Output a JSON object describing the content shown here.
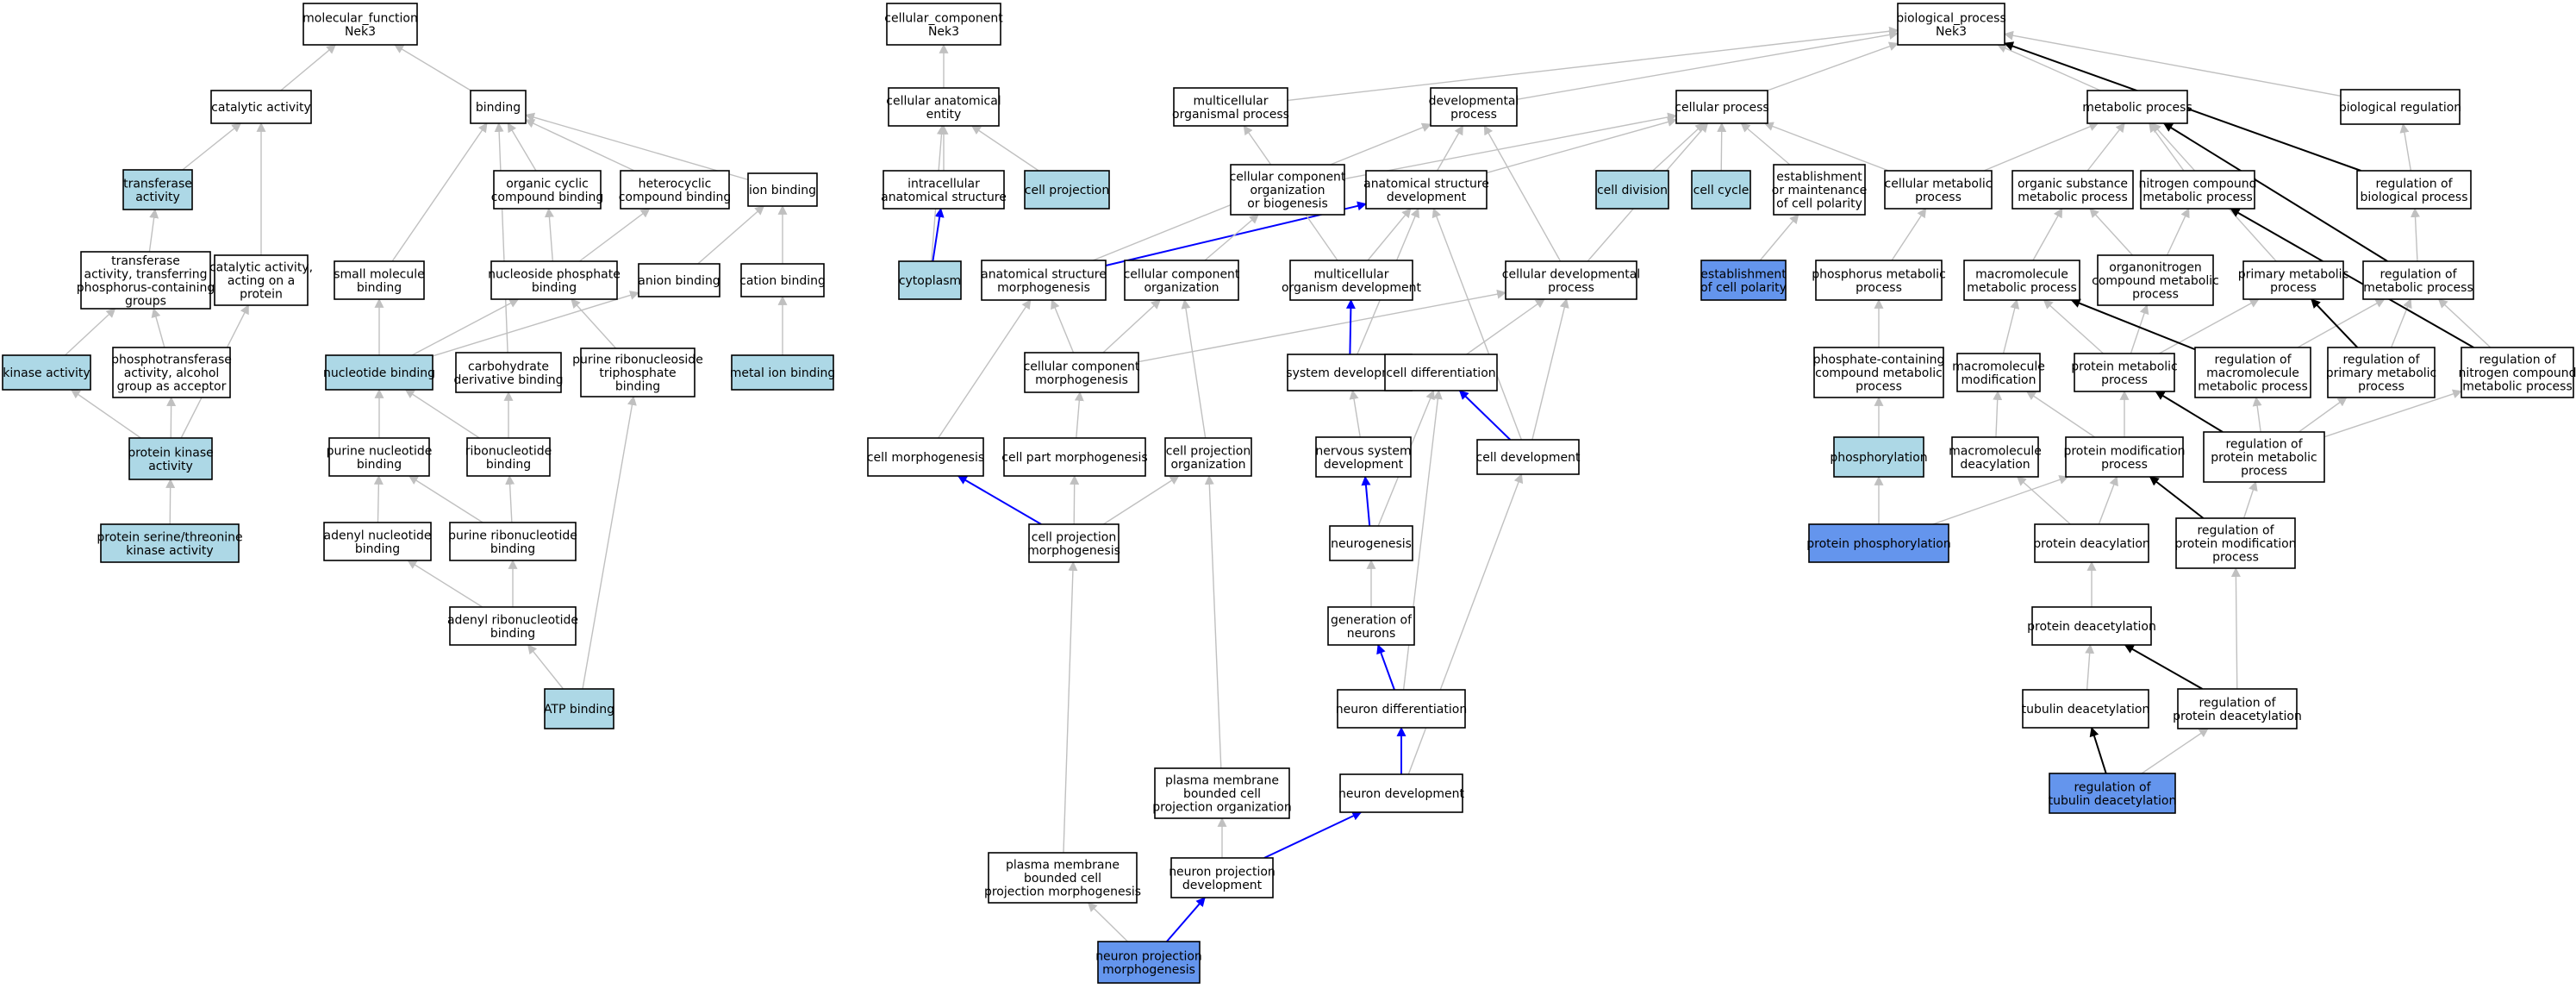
{
  "colors": {
    "plain": "#ffffff",
    "light": "#add8e6",
    "dark": "#6495ed",
    "edge_gray": "#c0c0c0",
    "edge_blue": "#0000ff",
    "edge_black": "#000000"
  },
  "nodes": [
    {
      "id": "mf",
      "lines": [
        "molecular_function",
        "Nek3"
      ],
      "fill": "plain"
    },
    {
      "id": "catalytic",
      "lines": [
        "catalytic activity"
      ],
      "fill": "plain"
    },
    {
      "id": "binding",
      "lines": [
        "binding"
      ],
      "fill": "plain"
    },
    {
      "id": "transferase",
      "lines": [
        "transferase",
        "activity"
      ],
      "fill": "light"
    },
    {
      "id": "tphos",
      "lines": [
        "transferase",
        "activity, transferring",
        "phosphorus-containing",
        "groups"
      ],
      "fill": "plain"
    },
    {
      "id": "catprot",
      "lines": [
        "catalytic activity,",
        "acting on a",
        "protein"
      ],
      "fill": "plain"
    },
    {
      "id": "kinase",
      "lines": [
        "kinase activity"
      ],
      "fill": "light"
    },
    {
      "id": "phosphotrans",
      "lines": [
        "phosphotransferase",
        "activity, alcohol",
        "group as acceptor"
      ],
      "fill": "plain"
    },
    {
      "id": "pkinase",
      "lines": [
        "protein kinase",
        "activity"
      ],
      "fill": "light"
    },
    {
      "id": "pst",
      "lines": [
        "protein serine/threonine",
        "kinase activity"
      ],
      "fill": "light"
    },
    {
      "id": "smallmol",
      "lines": [
        "small molecule",
        "binding"
      ],
      "fill": "plain"
    },
    {
      "id": "orgcyc",
      "lines": [
        "organic cyclic",
        "compound binding"
      ],
      "fill": "plain"
    },
    {
      "id": "hetcyc",
      "lines": [
        "heterocyclic",
        "compound binding"
      ],
      "fill": "plain"
    },
    {
      "id": "ion",
      "lines": [
        "ion binding"
      ],
      "fill": "plain"
    },
    {
      "id": "nucphos",
      "lines": [
        "nucleoside phosphate",
        "binding"
      ],
      "fill": "plain"
    },
    {
      "id": "anion",
      "lines": [
        "anion binding"
      ],
      "fill": "plain"
    },
    {
      "id": "cation",
      "lines": [
        "cation binding"
      ],
      "fill": "plain"
    },
    {
      "id": "nucleotide",
      "lines": [
        "nucleotide binding"
      ],
      "fill": "light"
    },
    {
      "id": "carbo",
      "lines": [
        "carbohydrate",
        "derivative binding"
      ],
      "fill": "plain"
    },
    {
      "id": "prnt",
      "lines": [
        "purine ribonucleoside",
        "triphosphate",
        "binding"
      ],
      "fill": "plain"
    },
    {
      "id": "metalion",
      "lines": [
        "metal ion binding"
      ],
      "fill": "light"
    },
    {
      "id": "purnuc",
      "lines": [
        "purine nucleotide",
        "binding"
      ],
      "fill": "plain"
    },
    {
      "id": "ribonuc",
      "lines": [
        "ribonucleotide",
        "binding"
      ],
      "fill": "plain"
    },
    {
      "id": "adenyl",
      "lines": [
        "adenyl nucleotide",
        "binding"
      ],
      "fill": "plain"
    },
    {
      "id": "purribo",
      "lines": [
        "purine ribonucleotide",
        "binding"
      ],
      "fill": "plain"
    },
    {
      "id": "adenylribo",
      "lines": [
        "adenyl ribonucleotide",
        "binding"
      ],
      "fill": "plain"
    },
    {
      "id": "atp",
      "lines": [
        "ATP binding"
      ],
      "fill": "light"
    },
    {
      "id": "cc",
      "lines": [
        "cellular_component",
        "Nek3"
      ],
      "fill": "plain"
    },
    {
      "id": "cae",
      "lines": [
        "cellular anatomical",
        "entity"
      ],
      "fill": "plain"
    },
    {
      "id": "ias",
      "lines": [
        "intracellular",
        "anatomical structure"
      ],
      "fill": "plain"
    },
    {
      "id": "cellproj",
      "lines": [
        "cell projection"
      ],
      "fill": "light"
    },
    {
      "id": "cytoplasm",
      "lines": [
        "cytoplasm"
      ],
      "fill": "light"
    },
    {
      "id": "bp",
      "lines": [
        "biological_process",
        "Nek3"
      ],
      "fill": "plain"
    },
    {
      "id": "multi",
      "lines": [
        "multicellular",
        "organismal process"
      ],
      "fill": "plain"
    },
    {
      "id": "dev",
      "lines": [
        "developmental",
        "process"
      ],
      "fill": "plain"
    },
    {
      "id": "cellproc",
      "lines": [
        "cellular process"
      ],
      "fill": "plain"
    },
    {
      "id": "metab",
      "lines": [
        "metabolic process"
      ],
      "fill": "plain"
    },
    {
      "id": "bioreg",
      "lines": [
        "biological regulation"
      ],
      "fill": "plain"
    },
    {
      "id": "ccob",
      "lines": [
        "cellular component",
        "organization",
        "or biogenesis"
      ],
      "fill": "plain"
    },
    {
      "id": "asd",
      "lines": [
        "anatomical structure",
        "development"
      ],
      "fill": "plain"
    },
    {
      "id": "celldiv",
      "lines": [
        "cell division"
      ],
      "fill": "light"
    },
    {
      "id": "cellcycle",
      "lines": [
        "cell cycle"
      ],
      "fill": "light"
    },
    {
      "id": "estab",
      "lines": [
        "establishment",
        "or maintenance",
        "of cell polarity"
      ],
      "fill": "plain"
    },
    {
      "id": "cellmetab",
      "lines": [
        "cellular metabolic",
        "process"
      ],
      "fill": "plain"
    },
    {
      "id": "orgsub",
      "lines": [
        "organic substance",
        "metabolic process"
      ],
      "fill": "plain"
    },
    {
      "id": "nitro",
      "lines": [
        "nitrogen compound",
        "metabolic process"
      ],
      "fill": "plain"
    },
    {
      "id": "regbio",
      "lines": [
        "regulation of",
        "biological process"
      ],
      "fill": "plain"
    },
    {
      "id": "asm",
      "lines": [
        "anatomical structure",
        "morphogenesis"
      ],
      "fill": "plain"
    },
    {
      "id": "cco",
      "lines": [
        "cellular component",
        "organization"
      ],
      "fill": "plain"
    },
    {
      "id": "mod",
      "lines": [
        "multicellular",
        "organism development"
      ],
      "fill": "plain"
    },
    {
      "id": "cdp",
      "lines": [
        "cellular developmental",
        "process"
      ],
      "fill": "plain"
    },
    {
      "id": "estabpol",
      "lines": [
        "establishment",
        "of cell polarity"
      ],
      "fill": "dark"
    },
    {
      "id": "phosmetab",
      "lines": [
        "phosphorus metabolic",
        "process"
      ],
      "fill": "plain"
    },
    {
      "id": "macromet",
      "lines": [
        "macromolecule",
        "metabolic process"
      ],
      "fill": "plain"
    },
    {
      "id": "orgnitro",
      "lines": [
        "organonitrogen",
        "compound metabolic",
        "process"
      ],
      "fill": "plain"
    },
    {
      "id": "primmet",
      "lines": [
        "primary metabolic",
        "process"
      ],
      "fill": "plain"
    },
    {
      "id": "regmet",
      "lines": [
        "regulation of",
        "metabolic process"
      ],
      "fill": "plain"
    },
    {
      "id": "ccm",
      "lines": [
        "cellular component",
        "morphogenesis"
      ],
      "fill": "plain"
    },
    {
      "id": "sysdev",
      "lines": [
        "system development"
      ],
      "fill": "plain"
    },
    {
      "id": "celldiff",
      "lines": [
        "cell differentiation"
      ],
      "fill": "plain"
    },
    {
      "id": "phoscont",
      "lines": [
        "phosphate-containing",
        "compound metabolic",
        "process"
      ],
      "fill": "plain"
    },
    {
      "id": "macromod",
      "lines": [
        "macromolecule",
        "modification"
      ],
      "fill": "plain"
    },
    {
      "id": "protmet",
      "lines": [
        "protein metabolic",
        "process"
      ],
      "fill": "plain"
    },
    {
      "id": "regmacro",
      "lines": [
        "regulation of",
        "macromolecule",
        "metabolic process"
      ],
      "fill": "plain"
    },
    {
      "id": "regprim",
      "lines": [
        "regulation of",
        "primary metabolic",
        "process"
      ],
      "fill": "plain"
    },
    {
      "id": "regnitro",
      "lines": [
        "regulation of",
        "nitrogen compound",
        "metabolic process"
      ],
      "fill": "plain"
    },
    {
      "id": "cellmorph",
      "lines": [
        "cell morphogenesis"
      ],
      "fill": "plain"
    },
    {
      "id": "cpm",
      "lines": [
        "cell part morphogenesis"
      ],
      "fill": "plain"
    },
    {
      "id": "cpo",
      "lines": [
        "cell projection",
        "organization"
      ],
      "fill": "plain"
    },
    {
      "id": "nsd",
      "lines": [
        "nervous system",
        "development"
      ],
      "fill": "plain"
    },
    {
      "id": "celldev",
      "lines": [
        "cell development"
      ],
      "fill": "plain"
    },
    {
      "id": "phosph",
      "lines": [
        "phosphorylation"
      ],
      "fill": "light"
    },
    {
      "id": "macrodeac",
      "lines": [
        "macromolecule",
        "deacylation"
      ],
      "fill": "plain"
    },
    {
      "id": "protmodproc",
      "lines": [
        "protein modification",
        "process"
      ],
      "fill": "plain"
    },
    {
      "id": "regprotmet",
      "lines": [
        "regulation of",
        "protein metabolic",
        "process"
      ],
      "fill": "plain"
    },
    {
      "id": "cprojmorph",
      "lines": [
        "cell projection",
        "morphogenesis"
      ],
      "fill": "plain"
    },
    {
      "id": "neurogen",
      "lines": [
        "neurogenesis"
      ],
      "fill": "plain"
    },
    {
      "id": "protphos",
      "lines": [
        "protein phosphorylation"
      ],
      "fill": "dark"
    },
    {
      "id": "protdeacyl",
      "lines": [
        "protein deacylation"
      ],
      "fill": "plain"
    },
    {
      "id": "regprotmod",
      "lines": [
        "regulation of",
        "protein modification",
        "process"
      ],
      "fill": "plain"
    },
    {
      "id": "genneur",
      "lines": [
        "generation of",
        "neurons"
      ],
      "fill": "plain"
    },
    {
      "id": "protdeacet",
      "lines": [
        "protein deacetylation"
      ],
      "fill": "plain"
    },
    {
      "id": "neurdiff",
      "lines": [
        "neuron differentiation"
      ],
      "fill": "plain"
    },
    {
      "id": "tubdeac",
      "lines": [
        "tubulin deacetylation"
      ],
      "fill": "plain"
    },
    {
      "id": "regprotdeac",
      "lines": [
        "regulation of",
        "protein deacetylation"
      ],
      "fill": "plain"
    },
    {
      "id": "pmbcpo",
      "lines": [
        "plasma membrane",
        "bounded cell",
        "projection organization"
      ],
      "fill": "plain"
    },
    {
      "id": "neurdev",
      "lines": [
        "neuron development"
      ],
      "fill": "plain"
    },
    {
      "id": "regtub",
      "lines": [
        "regulation of",
        "tubulin deacetylation"
      ],
      "fill": "dark"
    },
    {
      "id": "pmbcpm",
      "lines": [
        "plasma membrane",
        "bounded cell",
        "projection morphogenesis"
      ],
      "fill": "plain"
    },
    {
      "id": "npd",
      "lines": [
        "neuron projection",
        "development"
      ],
      "fill": "plain"
    },
    {
      "id": "npm",
      "lines": [
        "neuron projection",
        "morphogenesis"
      ],
      "fill": "dark"
    }
  ],
  "edges": [
    [
      "catalytic",
      "mf",
      "gray"
    ],
    [
      "binding",
      "mf",
      "gray"
    ],
    [
      "transferase",
      "catalytic",
      "gray"
    ],
    [
      "catprot",
      "catalytic",
      "gray"
    ],
    [
      "tphos",
      "transferase",
      "gray"
    ],
    [
      "kinase",
      "tphos",
      "gray"
    ],
    [
      "phosphotrans",
      "tphos",
      "gray"
    ],
    [
      "pkinase",
      "kinase",
      "gray"
    ],
    [
      "pkinase",
      "phosphotrans",
      "gray"
    ],
    [
      "pkinase",
      "catprot",
      "gray"
    ],
    [
      "pst",
      "pkinase",
      "gray"
    ],
    [
      "smallmol",
      "binding",
      "gray"
    ],
    [
      "orgcyc",
      "binding",
      "gray"
    ],
    [
      "hetcyc",
      "binding",
      "gray"
    ],
    [
      "ion",
      "binding",
      "gray"
    ],
    [
      "carbo",
      "binding",
      "gray"
    ],
    [
      "nucphos",
      "orgcyc",
      "gray"
    ],
    [
      "nucphos",
      "hetcyc",
      "gray"
    ],
    [
      "anion",
      "ion",
      "gray"
    ],
    [
      "cation",
      "ion",
      "gray"
    ],
    [
      "nucleotide",
      "smallmol",
      "gray"
    ],
    [
      "nucleotide",
      "nucphos",
      "gray"
    ],
    [
      "nucleotide",
      "anion",
      "gray"
    ],
    [
      "prnt",
      "nucphos",
      "gray"
    ],
    [
      "metalion",
      "cation",
      "gray"
    ],
    [
      "purnuc",
      "nucleotide",
      "gray"
    ],
    [
      "ribonuc",
      "nucleotide",
      "gray"
    ],
    [
      "ribonuc",
      "carbo",
      "gray"
    ],
    [
      "adenyl",
      "purnuc",
      "gray"
    ],
    [
      "purribo",
      "purnuc",
      "gray"
    ],
    [
      "purribo",
      "ribonuc",
      "gray"
    ],
    [
      "adenylribo",
      "adenyl",
      "gray"
    ],
    [
      "adenylribo",
      "purribo",
      "gray"
    ],
    [
      "atp",
      "adenylribo",
      "gray"
    ],
    [
      "atp",
      "prnt",
      "gray"
    ],
    [
      "cae",
      "cc",
      "gray"
    ],
    [
      "ias",
      "cae",
      "gray"
    ],
    [
      "cellproj",
      "cae",
      "gray"
    ],
    [
      "cytoplasm",
      "ias",
      "blue"
    ],
    [
      "cytoplasm",
      "cae",
      "gray"
    ],
    [
      "multi",
      "bp",
      "gray"
    ],
    [
      "dev",
      "bp",
      "gray"
    ],
    [
      "cellproc",
      "bp",
      "gray"
    ],
    [
      "metab",
      "bp",
      "gray"
    ],
    [
      "bioreg",
      "bp",
      "gray"
    ],
    [
      "regbio",
      "bp",
      "black"
    ],
    [
      "asd",
      "dev",
      "gray"
    ],
    [
      "ccob",
      "cellproc",
      "gray"
    ],
    [
      "asd",
      "cellproc",
      "gray"
    ],
    [
      "celldiv",
      "cellproc",
      "gray"
    ],
    [
      "cellcycle",
      "cellproc",
      "gray"
    ],
    [
      "estab",
      "cellproc",
      "gray"
    ],
    [
      "cellmetab",
      "cellproc",
      "gray"
    ],
    [
      "cellmetab",
      "metab",
      "gray"
    ],
    [
      "orgsub",
      "metab",
      "gray"
    ],
    [
      "nitro",
      "metab",
      "gray"
    ],
    [
      "regbio",
      "bioreg",
      "gray"
    ],
    [
      "asm",
      "asd",
      "blue"
    ],
    [
      "asm",
      "dev",
      "gray"
    ],
    [
      "cco",
      "ccob",
      "gray"
    ],
    [
      "mod",
      "multi",
      "gray"
    ],
    [
      "mod",
      "asd",
      "gray"
    ],
    [
      "cdp",
      "dev",
      "gray"
    ],
    [
      "cdp",
      "cellproc",
      "gray"
    ],
    [
      "estabpol",
      "estab",
      "gray"
    ],
    [
      "phosmetab",
      "cellmetab",
      "gray"
    ],
    [
      "macromet",
      "orgsub",
      "gray"
    ],
    [
      "orgnitro",
      "orgsub",
      "gray"
    ],
    [
      "orgnitro",
      "nitro",
      "gray"
    ],
    [
      "primmet",
      "metab",
      "gray"
    ],
    [
      "regmet",
      "metab",
      "black"
    ],
    [
      "regmet",
      "regbio",
      "gray"
    ],
    [
      "ccm",
      "cco",
      "gray"
    ],
    [
      "ccm",
      "asm",
      "gray"
    ],
    [
      "ccm",
      "cdp",
      "gray"
    ],
    [
      "sysdev",
      "asd",
      "gray"
    ],
    [
      "sysdev",
      "mod",
      "blue"
    ],
    [
      "celldiff",
      "cdp",
      "gray"
    ],
    [
      "phoscont",
      "phosmetab",
      "gray"
    ],
    [
      "macromod",
      "macromet",
      "gray"
    ],
    [
      "protmet",
      "primmet",
      "gray"
    ],
    [
      "protmet",
      "orgnitro",
      "gray"
    ],
    [
      "protmet",
      "macromet",
      "gray"
    ],
    [
      "regmacro",
      "macromet",
      "black"
    ],
    [
      "regmacro",
      "regmet",
      "gray"
    ],
    [
      "regprim",
      "primmet",
      "black"
    ],
    [
      "regprim",
      "regmet",
      "gray"
    ],
    [
      "regnitro",
      "nitro",
      "black"
    ],
    [
      "regnitro",
      "regmet",
      "gray"
    ],
    [
      "cellmorph",
      "asm",
      "gray"
    ],
    [
      "cpm",
      "ccm",
      "gray"
    ],
    [
      "cpo",
      "cco",
      "gray"
    ],
    [
      "nsd",
      "sysdev",
      "gray"
    ],
    [
      "celldev",
      "cdp",
      "gray"
    ],
    [
      "celldev",
      "celldiff",
      "blue"
    ],
    [
      "celldev",
      "asd",
      "gray"
    ],
    [
      "phosph",
      "phoscont",
      "gray"
    ],
    [
      "macrodeac",
      "macromod",
      "gray"
    ],
    [
      "protmodproc",
      "macromod",
      "gray"
    ],
    [
      "protmodproc",
      "protmet",
      "gray"
    ],
    [
      "regprotmet",
      "protmet",
      "black"
    ],
    [
      "regprotmet",
      "regmacro",
      "gray"
    ],
    [
      "regprotmet",
      "regprim",
      "gray"
    ],
    [
      "regprotmet",
      "regnitro",
      "gray"
    ],
    [
      "cprojmorph",
      "cellmorph",
      "blue"
    ],
    [
      "cprojmorph",
      "cpm",
      "gray"
    ],
    [
      "cprojmorph",
      "cpo",
      "gray"
    ],
    [
      "neurogen",
      "nsd",
      "blue"
    ],
    [
      "neurogen",
      "celldiff",
      "gray"
    ],
    [
      "protphos",
      "phosph",
      "gray"
    ],
    [
      "protphos",
      "protmodproc",
      "gray"
    ],
    [
      "protdeacyl",
      "protmodproc",
      "gray"
    ],
    [
      "protdeacyl",
      "macrodeac",
      "gray"
    ],
    [
      "regprotmod",
      "protmodproc",
      "black"
    ],
    [
      "regprotmod",
      "regprotmet",
      "gray"
    ],
    [
      "genneur",
      "neurogen",
      "gray"
    ],
    [
      "protdeacet",
      "protdeacyl",
      "gray"
    ],
    [
      "neurdiff",
      "genneur",
      "blue"
    ],
    [
      "neurdiff",
      "celldiff",
      "gray"
    ],
    [
      "tubdeac",
      "protdeacet",
      "gray"
    ],
    [
      "regprotdeac",
      "protdeacet",
      "black"
    ],
    [
      "regprotdeac",
      "regprotmod",
      "gray"
    ],
    [
      "pmbcpo",
      "cpo",
      "gray"
    ],
    [
      "neurdev",
      "neurdiff",
      "blue"
    ],
    [
      "neurdev",
      "celldev",
      "gray"
    ],
    [
      "regtub",
      "tubdeac",
      "black"
    ],
    [
      "regtub",
      "regprotdeac",
      "gray"
    ],
    [
      "pmbcpm",
      "cprojmorph",
      "gray"
    ],
    [
      "npd",
      "neurdev",
      "blue"
    ],
    [
      "npd",
      "pmbcpo",
      "gray"
    ],
    [
      "npm",
      "npd",
      "blue"
    ],
    [
      "npm",
      "pmbcpm",
      "gray"
    ]
  ]
}
